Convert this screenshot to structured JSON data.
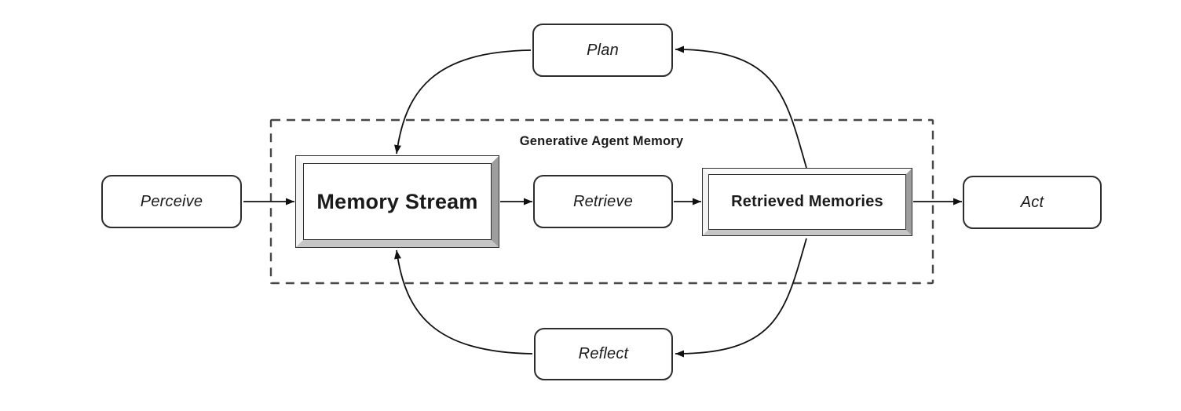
{
  "diagram": {
    "group_label": "Generative Agent Memory",
    "nodes": {
      "perceive": {
        "label": "Perceive",
        "shape": "rounded"
      },
      "memory_stream": {
        "label": "Memory Stream",
        "shape": "beveled-frame"
      },
      "retrieve": {
        "label": "Retrieve",
        "shape": "rounded"
      },
      "retrieved_memories": {
        "label": "Retrieved Memories",
        "shape": "beveled-frame"
      },
      "act": {
        "label": "Act",
        "shape": "rounded"
      },
      "plan": {
        "label": "Plan",
        "shape": "rounded"
      },
      "reflect": {
        "label": "Reflect",
        "shape": "rounded"
      }
    },
    "edges": [
      {
        "from": "perceive",
        "to": "memory_stream",
        "style": "straight"
      },
      {
        "from": "memory_stream",
        "to": "retrieve",
        "style": "straight"
      },
      {
        "from": "retrieve",
        "to": "retrieved_memories",
        "style": "straight"
      },
      {
        "from": "retrieved_memories",
        "to": "act",
        "style": "straight"
      },
      {
        "from": "retrieved_memories",
        "to": "plan",
        "style": "curved"
      },
      {
        "from": "plan",
        "to": "memory_stream",
        "style": "curved"
      },
      {
        "from": "retrieved_memories",
        "to": "reflect",
        "style": "curved"
      },
      {
        "from": "reflect",
        "to": "memory_stream",
        "style": "curved"
      }
    ],
    "colors": {
      "background": "#ffffff",
      "stroke": "#2d2d2d",
      "text": "#1a1a1a",
      "arrow": "#111111",
      "dashed_border": "#474747",
      "bevel_right": "#9e9e9e",
      "bevel_bottom": "#c6c6c6"
    }
  }
}
